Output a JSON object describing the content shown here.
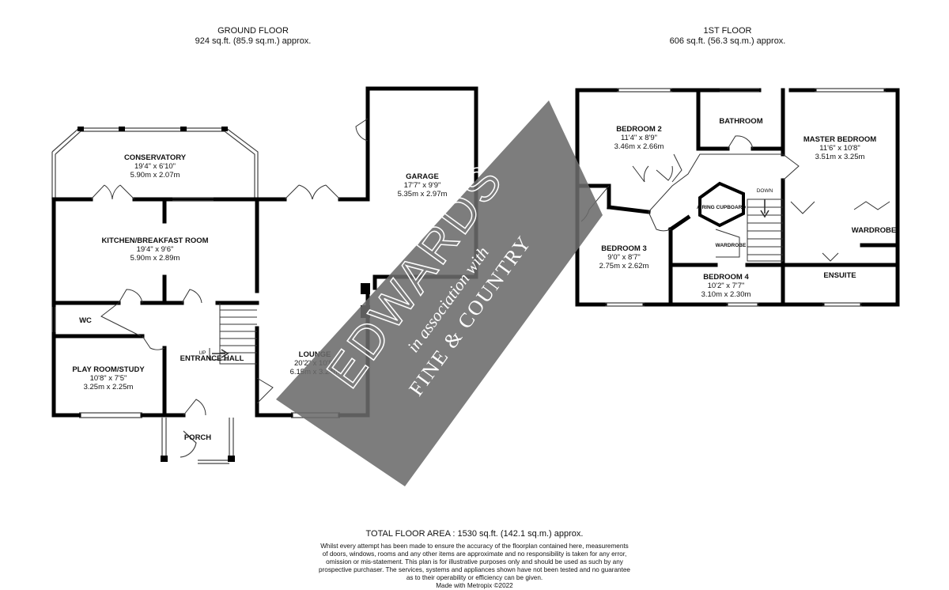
{
  "ground_floor": {
    "title": "GROUND FLOOR",
    "area": "924 sq.ft. (85.9 sq.m.) approx.",
    "rooms": {
      "conservatory": {
        "name": "CONSERVATORY",
        "imperial": "19'4\"  x 6'10\"",
        "metric": "5.90m  x 2.07m"
      },
      "kitchen": {
        "name": "KITCHEN/BREAKFAST ROOM",
        "imperial": "19'4\"  x 9'6\"",
        "metric": "5.90m  x 2.89m"
      },
      "garage": {
        "name": "GARAGE",
        "imperial": "17'7\"  x 9'9\"",
        "metric": "5.35m  x 2.97m"
      },
      "wc": {
        "name": "WC"
      },
      "playroom": {
        "name": "PLAY ROOM/STUDY",
        "imperial": "10'8\"  x 7'5\"",
        "metric": "3.25m  x 2.25m"
      },
      "entrance": {
        "name": "ENTRANCE HALL",
        "up": "UP"
      },
      "lounge": {
        "name": "LOUNGE",
        "imperial": "20'2\"  x 10'8\"",
        "metric": "6.15m  x 3.24m"
      },
      "porch": {
        "name": "PORCH"
      }
    }
  },
  "first_floor": {
    "title": "1ST FLOOR",
    "area": "606 sq.ft. (56.3 sq.m.) approx.",
    "rooms": {
      "bedroom2": {
        "name": "BEDROOM 2",
        "imperial": "11'4\"  x 8'9\"",
        "metric": "3.46m  x 2.66m"
      },
      "bathroom": {
        "name": "BATHROOM"
      },
      "master": {
        "name": "MASTER BEDROOM",
        "imperial": "11'6\"  x 10'8\"",
        "metric": "3.51m  x 3.25m"
      },
      "bedroom3": {
        "name": "BEDROOM 3",
        "imperial": "9'0\"  x 8'7\"",
        "metric": "2.75m  x 2.62m"
      },
      "bedroom4": {
        "name": "BEDROOM 4",
        "imperial": "10'2\"  x 7'7\"",
        "metric": "3.10m  x 2.30m"
      },
      "ensuite": {
        "name": "ENSUITE"
      },
      "airing": {
        "name": "AIRING CUPBOARD"
      },
      "wardrobe_small": {
        "name": "WARDROBE"
      },
      "wardrobe_master": {
        "name": "WARDROBE"
      },
      "down": {
        "name": "DOWN"
      }
    }
  },
  "watermark": {
    "brand": "EDWARDS",
    "association": "in association with",
    "partner": "FINE & COUNTRY",
    "band_color": "#6b6b6b"
  },
  "footer": {
    "total": "TOTAL FLOOR AREA : 1530 sq.ft. (142.1 sq.m.) approx.",
    "disclaimer": [
      "Whilst every attempt has been made to ensure the accuracy of the floorplan contained here, measurements",
      "of doors, windows, rooms and any other items are approximate and no responsibility is taken for any error,",
      "omission or mis-statement. This plan is for illustrative purposes only and should be used as such by any",
      "prospective purchaser. The services, systems and appliances shown have not been tested and no guarantee",
      "as to their operability or efficiency can be given.",
      "Made with Metropix ©2022"
    ]
  }
}
